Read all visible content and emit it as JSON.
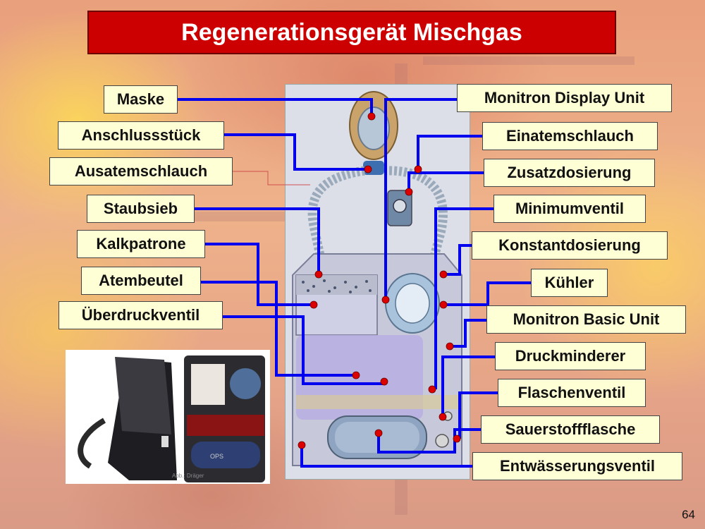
{
  "title": "Regenerationsgerät Mischgas",
  "labels_left": [
    {
      "id": "maske",
      "text": "Maske"
    },
    {
      "id": "anschlussstueck",
      "text": "Anschlussstück"
    },
    {
      "id": "ausatemschlauch",
      "text": "Ausatemschlauch"
    },
    {
      "id": "staubsieb",
      "text": "Staubsieb"
    },
    {
      "id": "kalkpatrone",
      "text": "Kalkpatrone"
    },
    {
      "id": "atembeutel",
      "text": "Atembeutel"
    },
    {
      "id": "ueberdruckventil",
      "text": "Überdruckventil"
    }
  ],
  "labels_right": [
    {
      "id": "monitron-display-unit",
      "text": "Monitron Display Unit"
    },
    {
      "id": "einatemschlauch",
      "text": "Einatemschlauch"
    },
    {
      "id": "zusatzdosierung",
      "text": "Zusatzdosierung"
    },
    {
      "id": "minimumventil",
      "text": "Minimumventil"
    },
    {
      "id": "konstantdosierung",
      "text": "Konstantdosierung"
    },
    {
      "id": "kuehler",
      "text": "Kühler"
    },
    {
      "id": "monitron-basic-unit",
      "text": "Monitron Basic Unit"
    },
    {
      "id": "druckminderer",
      "text": "Druckminderer"
    },
    {
      "id": "flaschenventil",
      "text": "Flaschenventil"
    },
    {
      "id": "sauerstoffflasche",
      "text": "Sauerstoffflasche"
    },
    {
      "id": "entwaesserungsventil",
      "text": "Entwässerungsventil"
    }
  ],
  "photo_credit": "Abb.: Dräger",
  "page_number": "64",
  "colors": {
    "title_bg": "#cc0000",
    "label_bg": "#ffffd6",
    "leader_line": "#0000ee",
    "marker": "#dd0000"
  }
}
